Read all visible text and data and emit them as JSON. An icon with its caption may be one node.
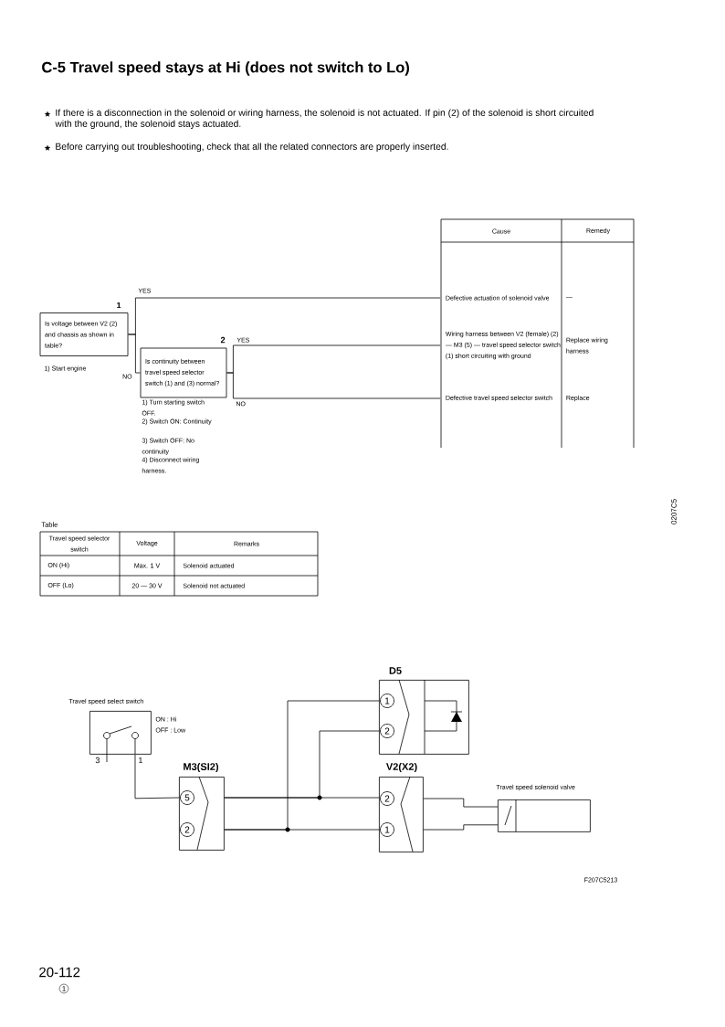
{
  "diagram": {
    "title": "C-5 Travel speed stays at Hi (does not switch to Lo)",
    "nodes": [
      {
        "text": [
          "Is voltage between V2 (2) and chassis as shown in table?"
        ],
        "beside": [
          "1",
          "1) Start engine"
        ]
      },
      {
        "text": [
          "Is continuity between travel speed selector switch (1) and (3) normal?"
        ],
        "beside": [
          "2",
          "1) Turn starting switch OFF.",
          "2) Switch ON: Continuity",
          "3) Switch OFF: No continuity",
          "4) Disconnect wiring harness."
        ]
      },
      {
        "text": [
          "Defective actuation of solenoid valve",
          "—"
        ]
      },
      {
        "text": [
          "Wiring harness between V2 (female) (2) — M3 (5) — travel speed selector switch (1) short circuiting with ground",
          "Replace wiring harness"
        ]
      },
      {
        "text": [
          "Defective travel speed selector switch",
          "Replace"
        ]
      },
      {
        "text": [
          "Travel speed select switch"
        ],
        "beside": [
          "ON : Hi",
          "OFF : Low",
          "3",
          "1"
        ]
      },
      {
        "text": [
          "M3(SI2)",
          "5",
          "2"
        ]
      },
      {
        "text": [
          "D5",
          "1",
          "2"
        ]
      },
      {
        "text": [
          "V2(X2)",
          "2",
          "1"
        ]
      },
      {
        "text": [
          "Travel speed solenoid valve"
        ]
      }
    ],
    "edges": [
      {
        "from": 0,
        "to": 2,
        "arrow": "none",
        "label": "YES"
      },
      {
        "from": 0,
        "to": 1,
        "arrow": "none",
        "label": "NO"
      },
      {
        "from": 1,
        "to": 3,
        "arrow": "none",
        "label": "YES"
      },
      {
        "from": 1,
        "to": 4,
        "arrow": "none",
        "label": "NO"
      },
      {
        "from": 5,
        "to": 6,
        "arrow": "none"
      },
      {
        "from": 6,
        "to": 8,
        "arrow": "none"
      },
      {
        "from": 6,
        "to": 7,
        "arrow": "none"
      },
      {
        "from": 6,
        "to": 8,
        "arrow": "none"
      },
      {
        "from": 6,
        "to": 7,
        "arrow": "none"
      },
      {
        "from": 8,
        "to": 9,
        "arrow": "none"
      },
      {
        "from": 8,
        "to": 9,
        "arrow": "none"
      }
    ],
    "labels": [
      "If there is a disconnection in the solenoid or wiring harness, the solenoid is not actuated. If pin (2) of the solenoid is short circuited with the ground, the solenoid stays actuated.",
      "Before carrying out troubleshooting, check that all the related connectors are properly inserted.",
      "Cause",
      "Remedy",
      "Table",
      "Travel speed selector switch",
      "Voltage",
      "Remarks",
      "ON (Hi)",
      "Max. 1 V",
      "Solenoid actuated",
      "OFF (Lo)",
      "20 — 30 V",
      "Solenoid not actuated",
      "0207C5",
      "F207C5213",
      "20-112",
      "1"
    ]
  }
}
